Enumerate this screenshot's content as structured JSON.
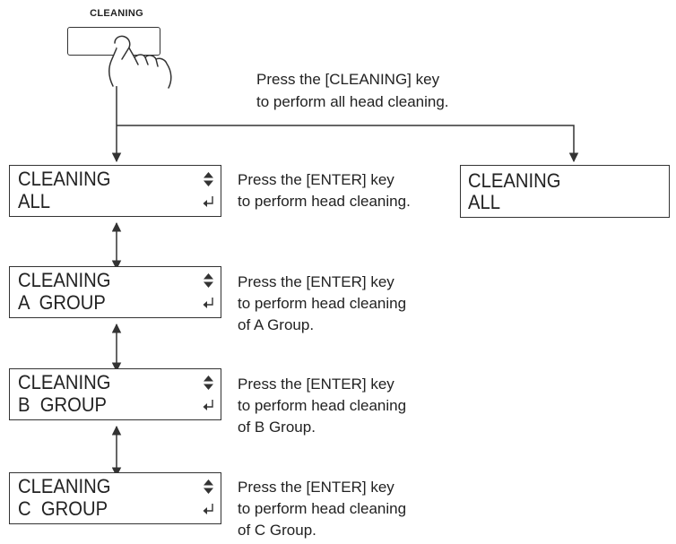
{
  "key": {
    "label": "CLEANING"
  },
  "top_note": {
    "lines": [
      "Press the [CLEANING] key",
      "to perform all head cleaning."
    ]
  },
  "menu": [
    {
      "line1": "CLEANING",
      "line2": "ALL",
      "note_lines": [
        "Press the [ENTER] key",
        "to perform head cleaning."
      ]
    },
    {
      "line1": "CLEANING",
      "line2": "A  GROUP",
      "note_lines": [
        "Press the [ENTER] key",
        "to perform head cleaning",
        "of A Group."
      ]
    },
    {
      "line1": "CLEANING",
      "line2": "B  GROUP",
      "note_lines": [
        "Press the [ENTER] key",
        "to perform head cleaning",
        "of B Group."
      ]
    },
    {
      "line1": "CLEANING",
      "line2": "C  GROUP",
      "note_lines": [
        "Press the [ENTER] key",
        "to perform head cleaning",
        "of C Group."
      ]
    }
  ],
  "result_display": {
    "line1": "CLEANING",
    "line2": "ALL"
  },
  "icons": {
    "hand": "pointing-hand-icon",
    "updown": "up-down-arrow-icon",
    "enter": "enter-icon"
  },
  "colors": {
    "line": "#333333",
    "text": "#222222"
  }
}
